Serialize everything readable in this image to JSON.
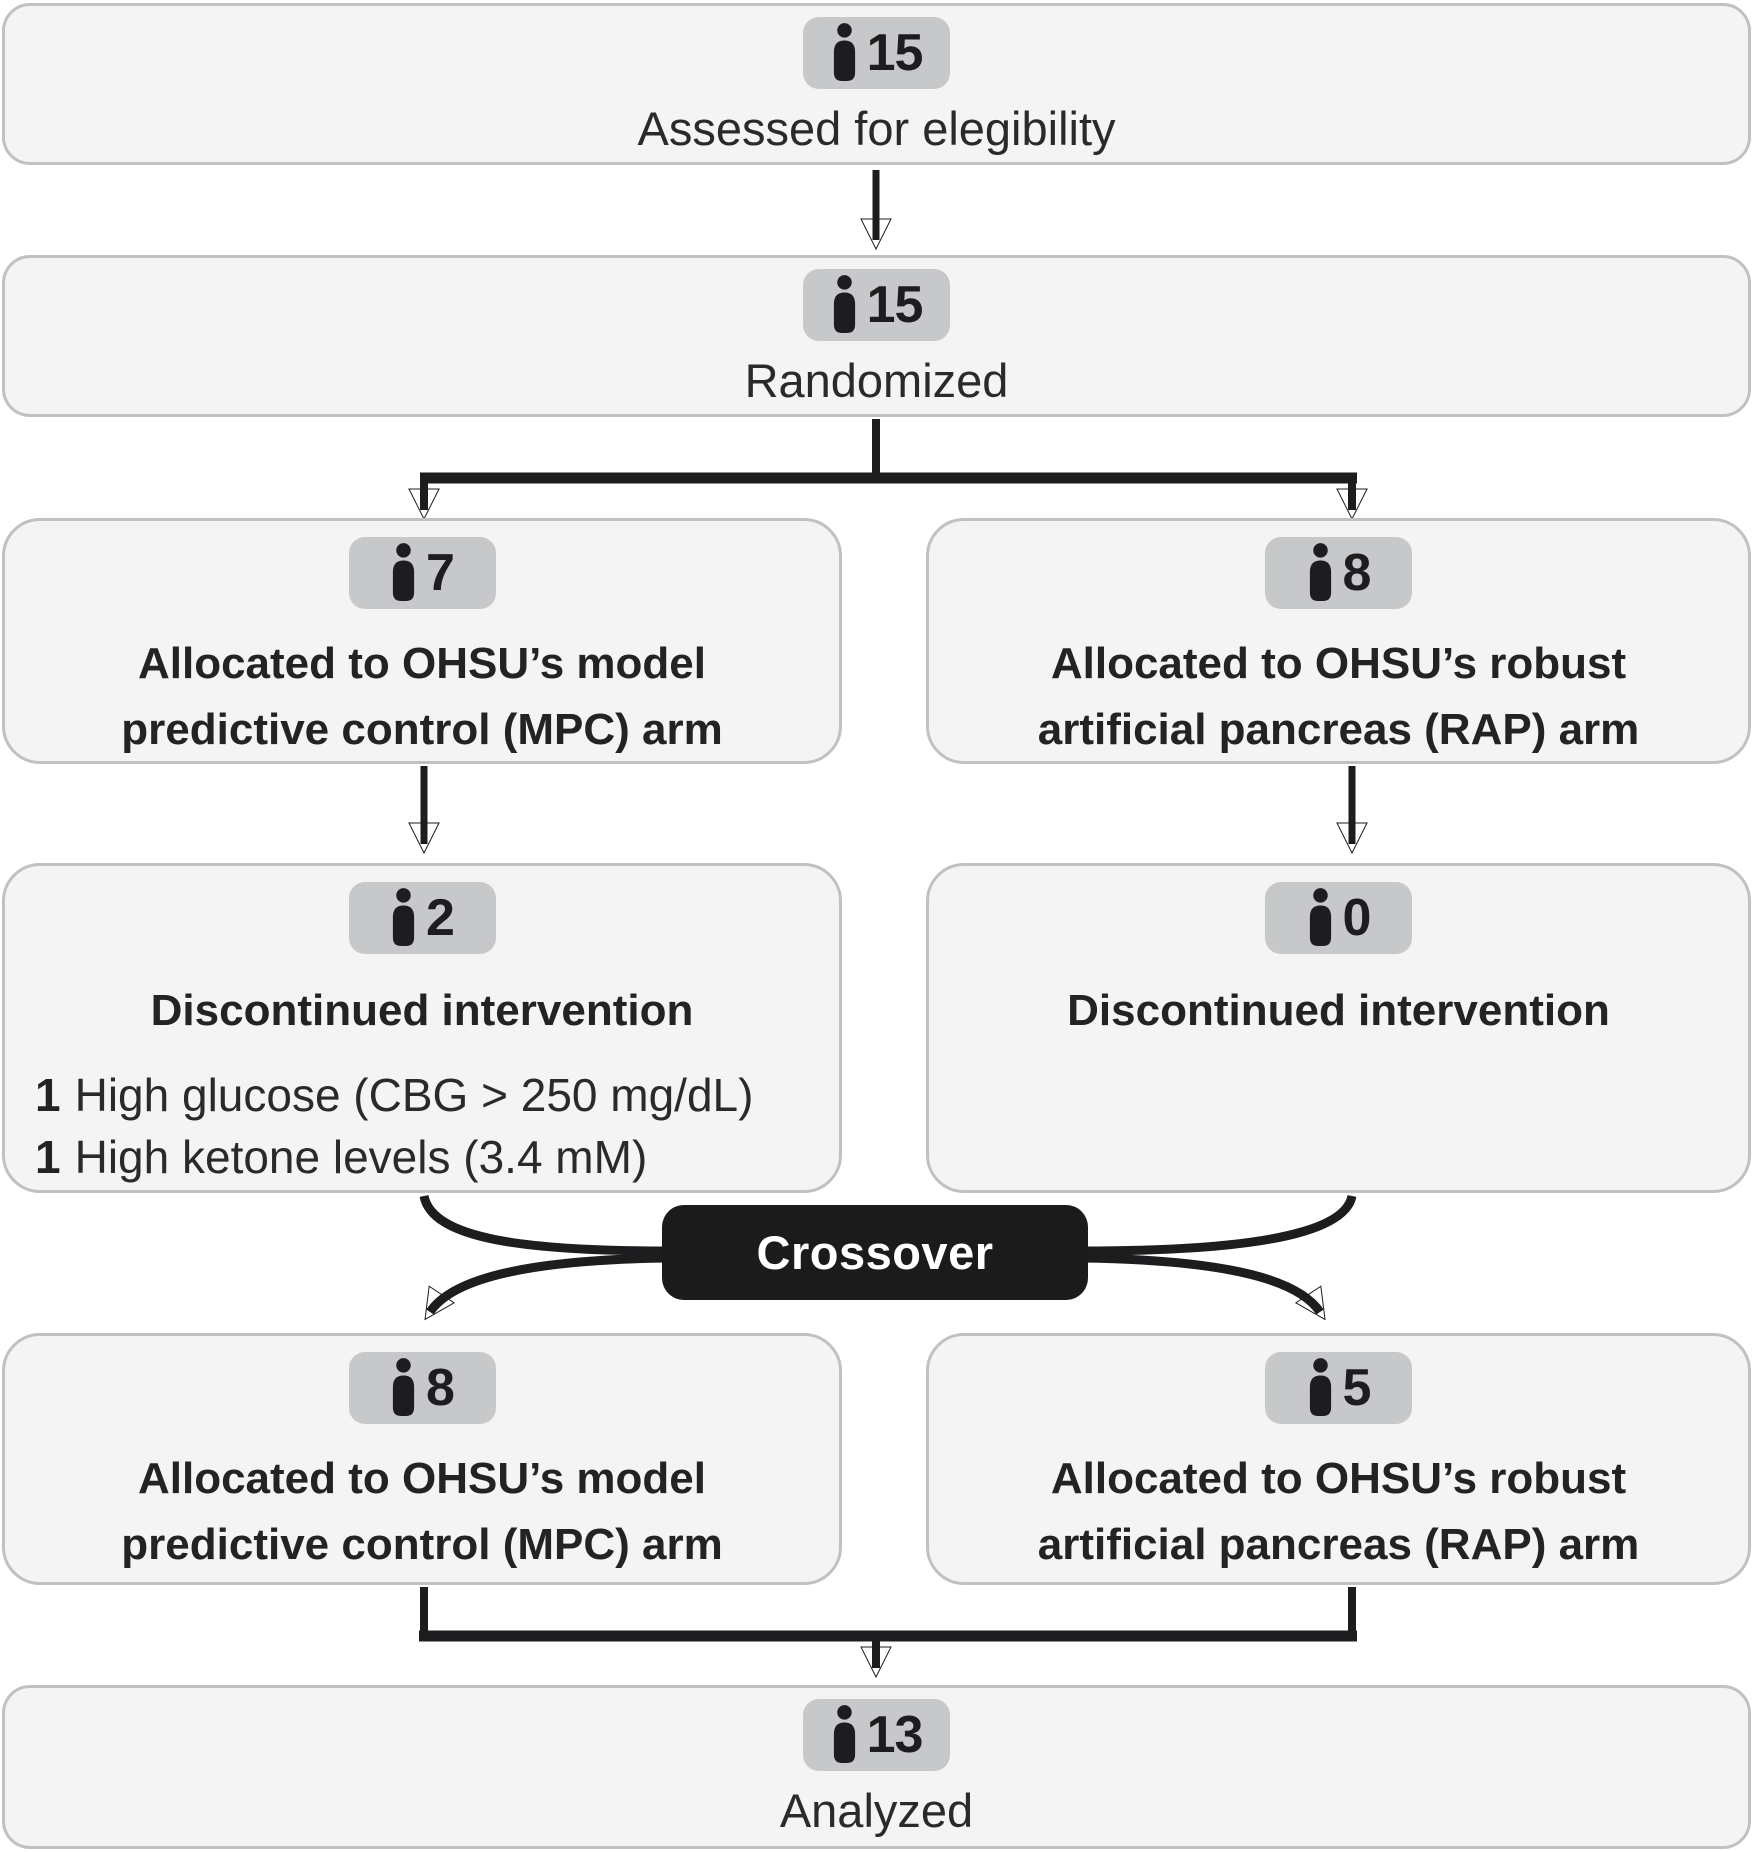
{
  "flowchart": {
    "assessed": {
      "count": "15",
      "label": "Assessed for elegibility"
    },
    "randomized": {
      "count": "15",
      "label": "Randomized"
    },
    "allocated_mpc": {
      "count": "7",
      "label": "Allocated to OHSU’s model predictive control (MPC) arm"
    },
    "allocated_rap": {
      "count": "8",
      "label": "Allocated to OHSU’s robust artificial pancreas (RAP) arm"
    },
    "discontinued_mpc": {
      "count": "2",
      "label": "Discontinued intervention",
      "details": [
        {
          "count": "1",
          "text": "High glucose (CBG > 250 mg/dL)"
        },
        {
          "count": "1",
          "text": "High ketone levels (3.4 mM)"
        }
      ]
    },
    "discontinued_rap": {
      "count": "0",
      "label": "Discontinued intervention"
    },
    "crossover": {
      "label": "Crossover"
    },
    "crossover_mpc": {
      "count": "8",
      "label": "Allocated to OHSU’s model predictive control (MPC) arm"
    },
    "crossover_rap": {
      "count": "5",
      "label": "Allocated to OHSU’s robust artificial pancreas (RAP) arm"
    },
    "analyzed": {
      "count": "13",
      "label": "Analyzed"
    }
  },
  "icons": {
    "badge_icon": "person-icon"
  },
  "colors": {
    "box_fill": "#f4f4f5",
    "box_border": "#c0c1c3",
    "badge_fill": "#c7c8ca",
    "ink": "#1d1d1f",
    "crossover_fill": "#1b1b1c",
    "crossover_text": "#ffffff"
  }
}
